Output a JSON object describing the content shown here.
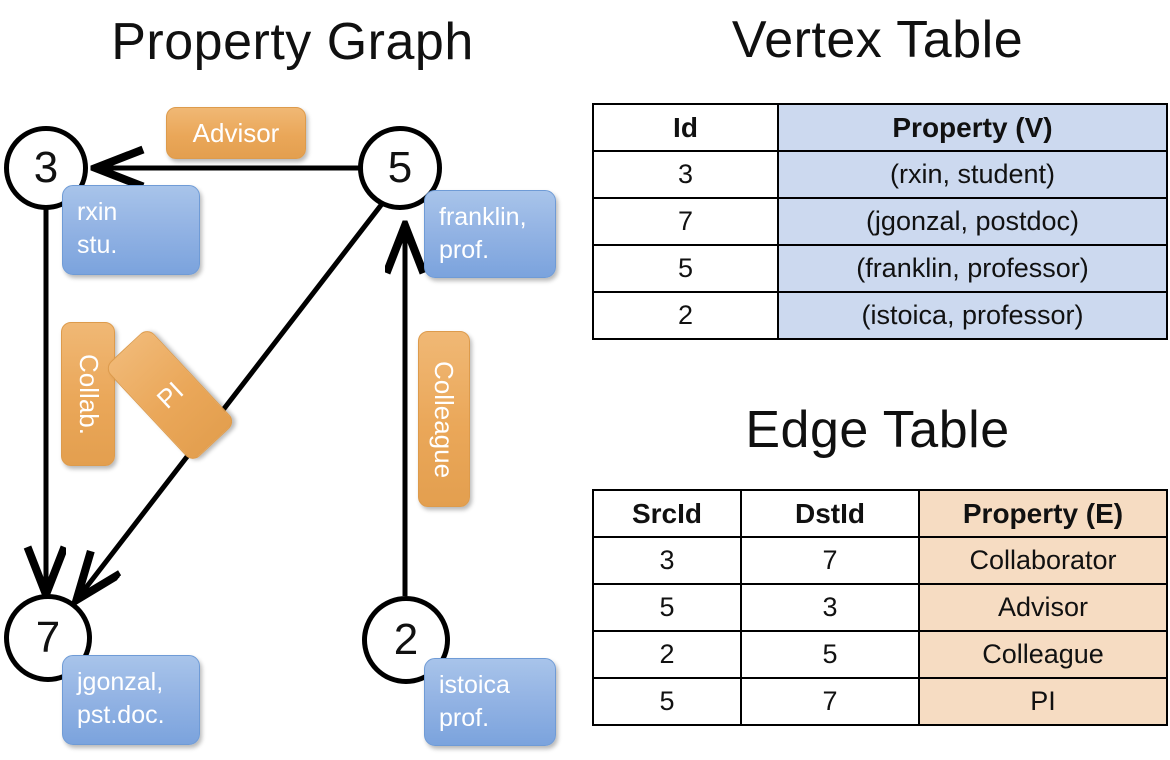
{
  "titles": {
    "property_graph": "Property Graph",
    "vertex_table": "Vertex Table",
    "edge_table": "Edge Table"
  },
  "graph": {
    "nodes": [
      {
        "id": "3",
        "property": "rxin\nstu."
      },
      {
        "id": "5",
        "property": "franklin,\nprof."
      },
      {
        "id": "7",
        "property": "jgonzal,\npst.doc."
      },
      {
        "id": "2",
        "property": "istoica\nprof."
      }
    ],
    "node_labels": {
      "n3": "3",
      "n5": "5",
      "n7": "7",
      "n2": "2"
    },
    "property_boxes": {
      "rxin_line1": "rxin",
      "rxin_line2": "stu.",
      "franklin_line1": "franklin,",
      "franklin_line2": "prof.",
      "jgonzal_line1": "jgonzal,",
      "jgonzal_line2": "pst.doc.",
      "istoica_line1": "istoica",
      "istoica_line2": "prof."
    },
    "edge_labels": {
      "advisor": "Advisor",
      "collab": "Collab.",
      "pi": "PI",
      "colleague": "Colleague"
    },
    "edges": [
      {
        "src": "5",
        "dst": "3",
        "label": "Advisor"
      },
      {
        "src": "3",
        "dst": "7",
        "label": "Collab."
      },
      {
        "src": "5",
        "dst": "7",
        "label": "PI"
      },
      {
        "src": "2",
        "dst": "5",
        "label": "Colleague"
      }
    ]
  },
  "colors": {
    "vertex_property_fill": "#ccd9ef",
    "edge_property_fill": "#f6dcc2",
    "node_box_blue": "#94b4e4",
    "edge_label_orange": "#eaa759",
    "stroke": "#000000"
  },
  "vertex_table": {
    "headers": [
      "Id",
      "Property (V)"
    ],
    "rows": [
      {
        "id": "3",
        "property": "(rxin, student)"
      },
      {
        "id": "7",
        "property": "(jgonzal, postdoc)"
      },
      {
        "id": "5",
        "property": "(franklin, professor)"
      },
      {
        "id": "2",
        "property": "(istoica, professor)"
      }
    ]
  },
  "edge_table": {
    "headers": [
      "SrcId",
      "DstId",
      "Property (E)"
    ],
    "rows": [
      {
        "src": "3",
        "dst": "7",
        "property": "Collaborator"
      },
      {
        "src": "5",
        "dst": "3",
        "property": "Advisor"
      },
      {
        "src": "2",
        "dst": "5",
        "property": "Colleague"
      },
      {
        "src": "5",
        "dst": "7",
        "property": "PI"
      }
    ]
  }
}
